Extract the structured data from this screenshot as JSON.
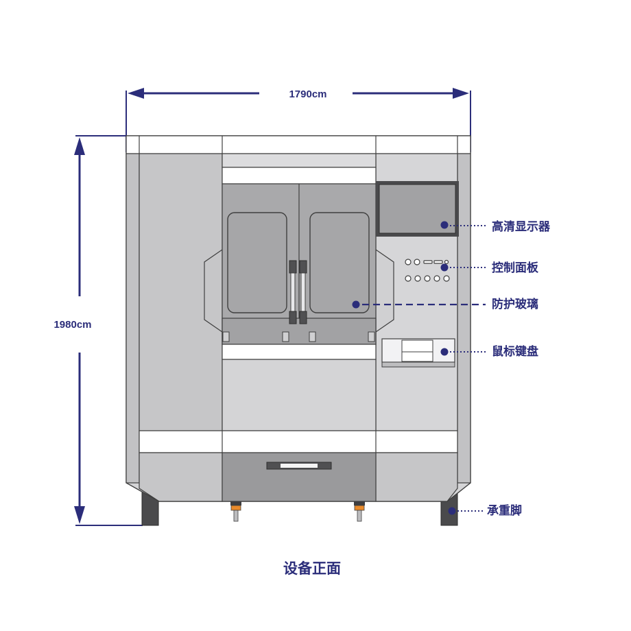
{
  "dimensions": {
    "width_label": "1790cm",
    "height_label": "1980cm"
  },
  "callouts": {
    "display": "高清显示器",
    "control_panel": "控制面板",
    "glass": "防护玻璃",
    "keyboard": "鼠标键盘",
    "feet": "承重脚"
  },
  "caption": "设备正面",
  "colors": {
    "accent": "#2b2d7a",
    "body_light": "#d4d4d6",
    "body_mid": "#bebec0",
    "body_dark": "#9a9a9c",
    "foot": "#4a4a4c",
    "screen": "#a2a2a4",
    "leveler": "#e98a2a"
  }
}
